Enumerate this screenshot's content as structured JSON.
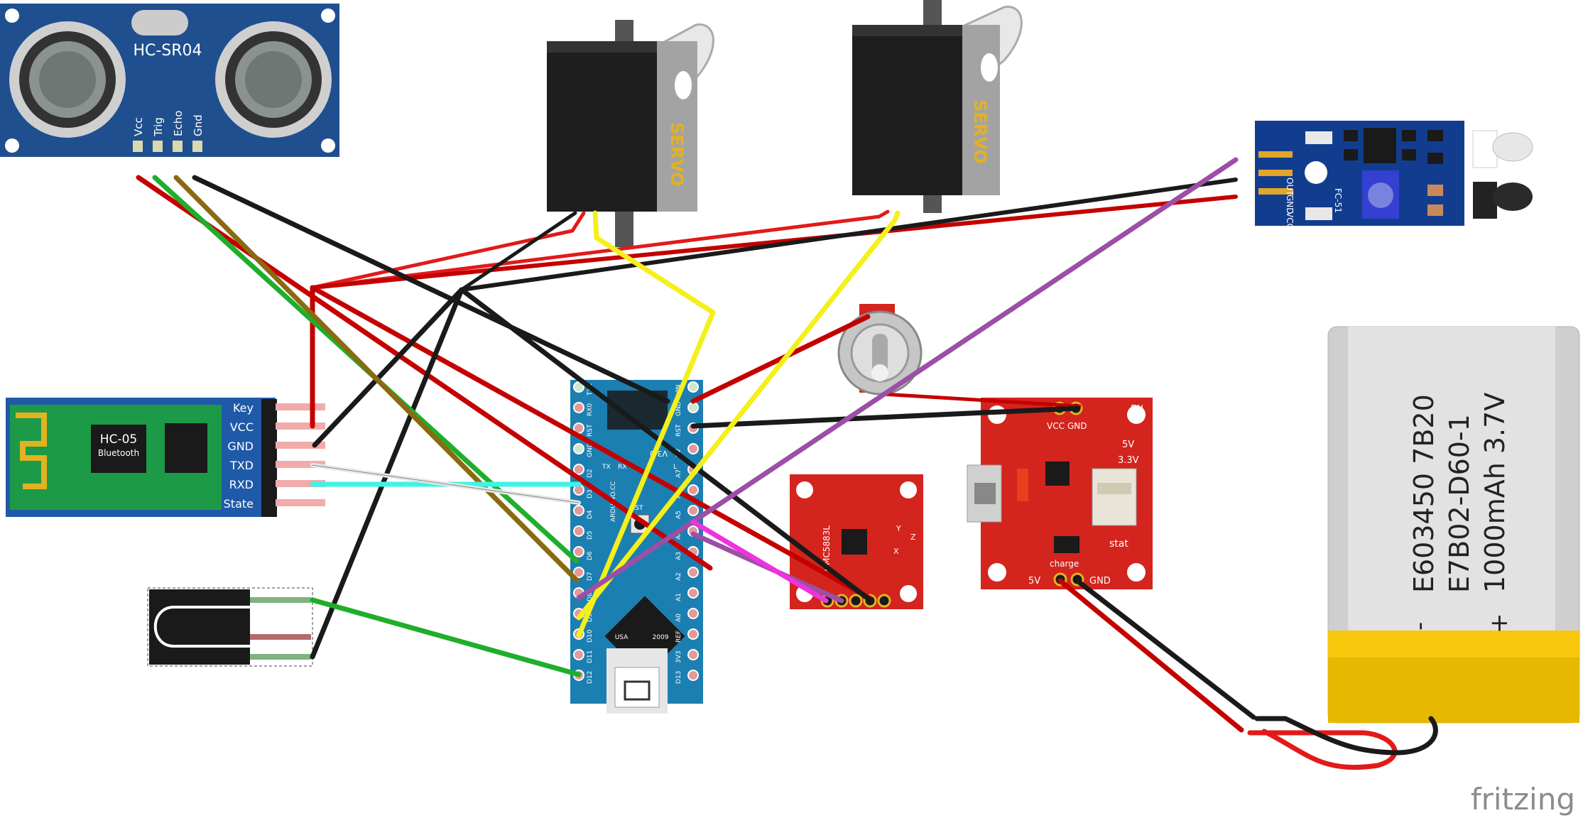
{
  "app": {
    "watermark": "fritzing"
  },
  "ultrasonic": {
    "name": "HC-SR04",
    "pins": [
      "Vcc",
      "Trig",
      "Echo",
      "Gnd"
    ]
  },
  "servo1": {
    "label": "SERVO"
  },
  "servo2": {
    "label": "SERVO"
  },
  "ir_module": {
    "pins": [
      "OUT",
      "GND",
      "VCC"
    ],
    "board_label": "FC-51"
  },
  "bluetooth": {
    "name": "HC-05",
    "subtitle": "Bluetooth",
    "pins": [
      "Key",
      "VCC",
      "GND",
      "TXD",
      "RXD",
      "State"
    ]
  },
  "arduino": {
    "left_pins": [
      "TX1",
      "RX0",
      "RST",
      "GND",
      "D2",
      "D3",
      "D4",
      "D5",
      "D6",
      "D7",
      "D8",
      "D9",
      "D10",
      "D11",
      "D12"
    ],
    "right_pins": [
      "VIN",
      "GND",
      "RST",
      "5V",
      "A7",
      "A6",
      "A5",
      "A4",
      "A3",
      "A2",
      "A1",
      "A0",
      "REF",
      "3V3",
      "D13"
    ],
    "marks": [
      "TX",
      "RX",
      "L",
      "RST",
      "USA",
      "2009",
      "ARDUINO.CC",
      "V3.0"
    ]
  },
  "accelerometer": {
    "name": "HMC5883L",
    "axes": [
      "X",
      "Y",
      "Z"
    ]
  },
  "charger": {
    "labels": [
      "EN",
      "VCC",
      "GND",
      "5V",
      "3.3V",
      "stat",
      "charge",
      "5V",
      "GND"
    ]
  },
  "battery": {
    "line1": "E603450 7B20",
    "line2": "E7B02-D60-1",
    "line3": "1000mAh 3.7V",
    "minus": "-",
    "plus": "+"
  },
  "colors": {
    "red": "#cc0000",
    "black": "#1a1a1a",
    "green": "#1fae2a",
    "yellow": "#f5ef1a",
    "purple": "#9b4fa5",
    "brown": "#8a6a10",
    "cyan": "#3ff3e8",
    "magenta": "#ee33dd",
    "board_blue": "#1f4f8f",
    "sparkfun_red": "#d3241d"
  }
}
